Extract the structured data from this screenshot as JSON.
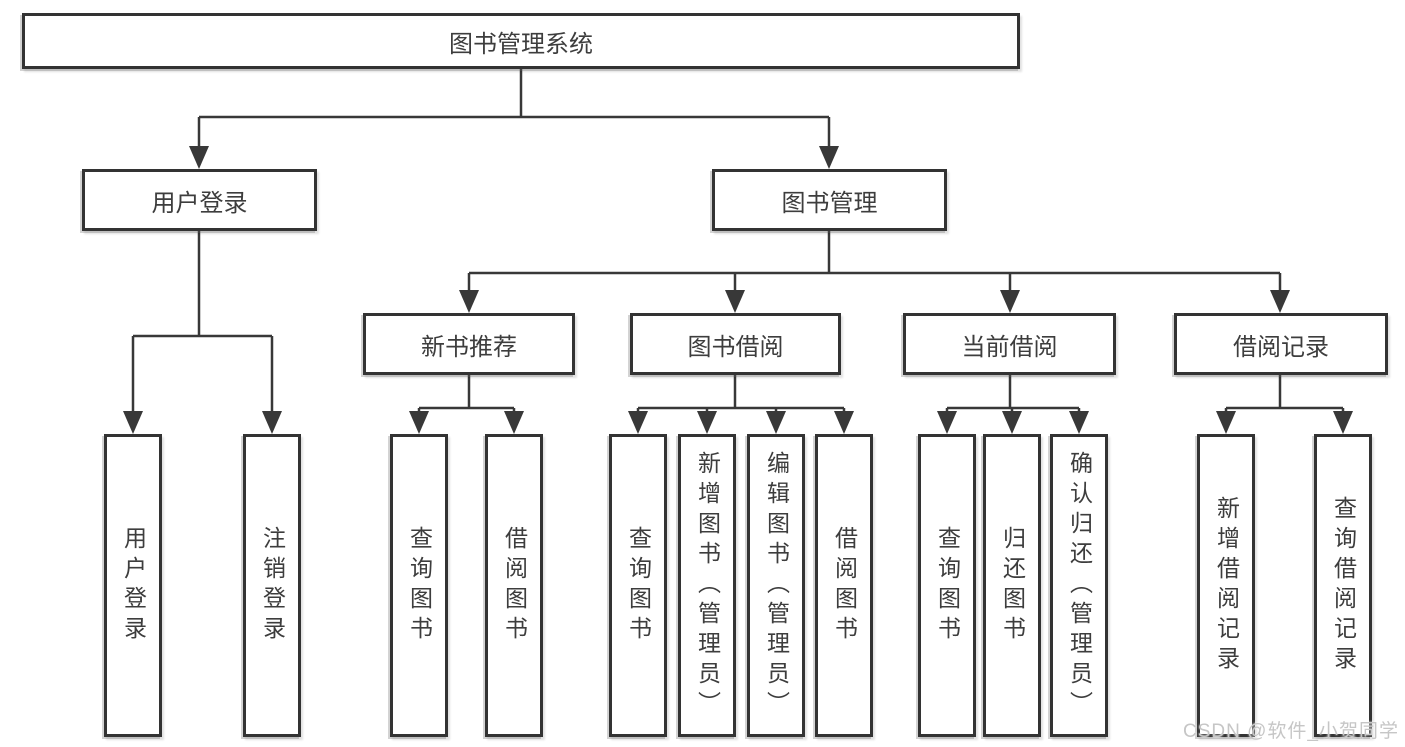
{
  "diagram": {
    "root": {
      "label": "图书管理系统"
    },
    "level2": {
      "user_login": {
        "label": "用户登录"
      },
      "book_management": {
        "label": "图书管理"
      }
    },
    "level3": {
      "new_book_recommend": {
        "label": "新书推荐"
      },
      "book_borrowing": {
        "label": "图书借阅"
      },
      "current_borrowing": {
        "label": "当前借阅"
      },
      "borrowing_records": {
        "label": "借阅记录"
      }
    },
    "leaves": {
      "user_login": [
        "用户登录",
        "注销登录"
      ],
      "new_book_recommend": [
        "查询图书",
        "借阅图书"
      ],
      "book_borrowing": [
        "查询图书",
        "新增图书（管理员）",
        "编辑图书（管理员）",
        "借阅图书"
      ],
      "current_borrowing": [
        "查询图书",
        "归还图书",
        "确认归还（管理员）"
      ],
      "borrowing_records": [
        "新增借阅记录",
        "查询借阅记录"
      ]
    },
    "watermark": "CSDN @软件_小贺同学",
    "colors": {
      "line": "#383838",
      "border": "#333333",
      "text": "#3d3d3d",
      "watermark": "#c6c6c6",
      "background": "#ffffff"
    }
  }
}
